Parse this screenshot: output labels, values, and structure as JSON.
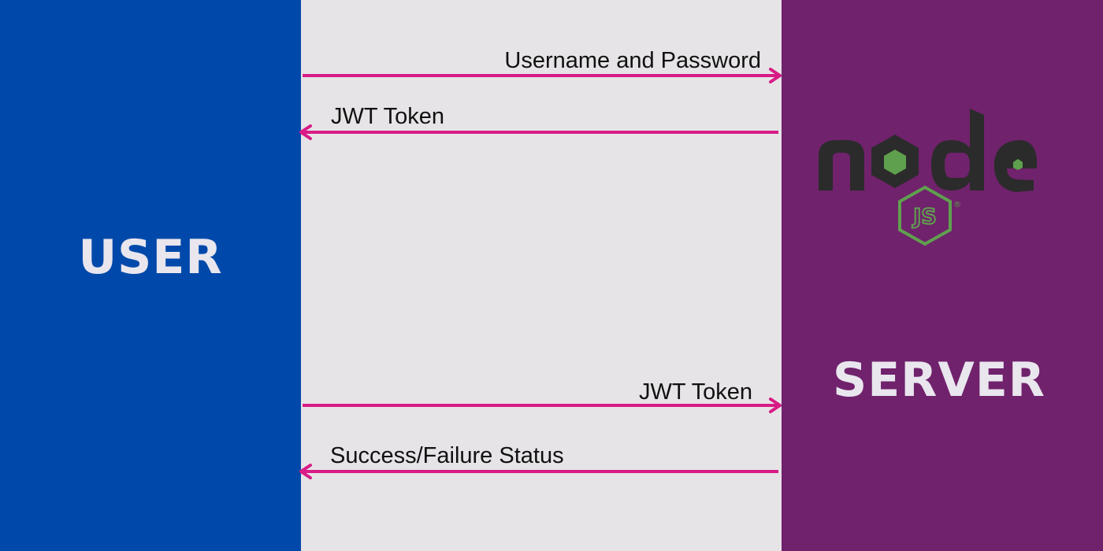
{
  "colors": {
    "user_panel": "#0049aa",
    "middle_bg": "#e6e4e6",
    "server_panel": "#70226c",
    "arrow": "#d81b86",
    "actor_text": "#e9e6ee",
    "message_text": "#111111",
    "node_text": "#2b2b2b",
    "node_green": "#5fa04e"
  },
  "user": {
    "label": "USER"
  },
  "server": {
    "label": "SERVER",
    "logo": {
      "name": "nodejs-logo",
      "wordmark": "node",
      "badge": "JS",
      "registered": "®"
    }
  },
  "messages": [
    {
      "label": "Username and Password",
      "direction": "user-to-server"
    },
    {
      "label": "JWT Token",
      "direction": "server-to-user"
    },
    {
      "label": "JWT Token",
      "direction": "user-to-server"
    },
    {
      "label": "Success/Failure Status",
      "direction": "server-to-user"
    }
  ]
}
